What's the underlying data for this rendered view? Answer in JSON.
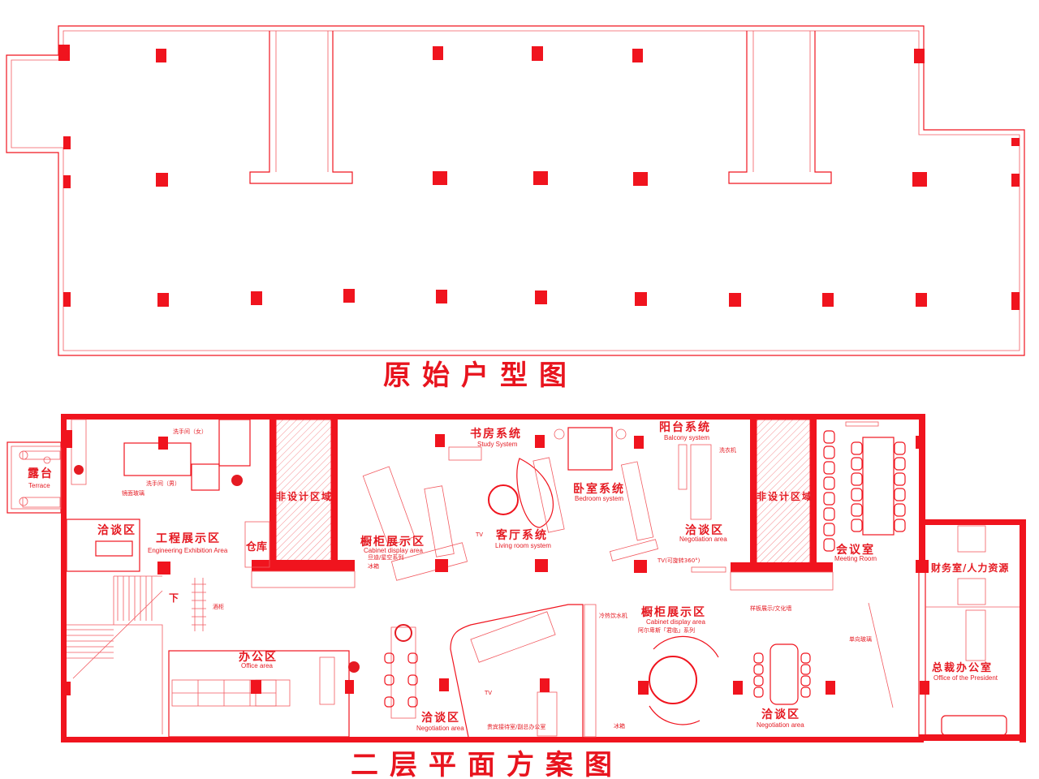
{
  "original_plan": {
    "title": "原始户型图"
  },
  "second_floor_plan": {
    "title": "二层平面方案图",
    "zones": {
      "terrace": {
        "zh": "露台",
        "en": "Terrace"
      },
      "wc_female": "洗手间（女）",
      "wc_male": "洗手间（男）",
      "mirror_glass": "镜面玻璃",
      "negotiation_left": {
        "zh": "洽谈区"
      },
      "engineering": {
        "zh": "工程展示区",
        "en": "Engineering Exhibition Area"
      },
      "storage": "仓库",
      "non_design_left": "非设计区域",
      "non_design_right": "非设计区域",
      "cabinet_left": {
        "zh": "橱柜展示区",
        "en": "Cabinet display area",
        "series": "旦迪/星空系列"
      },
      "fridge_left": "冰箱",
      "tv_left": "TV",
      "study": {
        "zh": "书房系统",
        "en": "Study System"
      },
      "living": {
        "zh": "客厅系统",
        "en": "Living room system"
      },
      "bedroom": {
        "zh": "卧室系统",
        "en": "Bedroom system"
      },
      "balcony": {
        "zh": "阳台系统",
        "en": "Balcony system"
      },
      "washer": "洗衣机",
      "negotiation_mid": {
        "zh": "洽谈区",
        "en": "Negotiation area"
      },
      "tv_rotate": "TV(可旋转360°)",
      "meeting": {
        "zh": "会议室",
        "en": "Meeting Room"
      },
      "finance_hr": "财务室/人力资源",
      "stairs_down": "下",
      "wine_cabinet": "酒柜",
      "office": {
        "zh": "办公区",
        "en": "Office area"
      },
      "negotiation_bottom": {
        "zh": "洽谈区",
        "en": "Negotiation area"
      },
      "tv_bottom": "TV",
      "vip_room": "贵宾接待室/副总办公室",
      "water_dispenser": "冷热饮水机",
      "cabinet_right": {
        "zh": "橱柜展示区",
        "en": "Cabinet display area",
        "series": "阿尔卑斯「君临」系列"
      },
      "fridge_right": "冰箱",
      "sample_wall": "样板展示/文化墙",
      "negotiation_right": {
        "zh": "洽谈区",
        "en": "Negotiation area"
      },
      "one_way_glass": "单向玻璃",
      "president": {
        "zh": "总裁办公室",
        "en": "Office of the President"
      }
    }
  }
}
